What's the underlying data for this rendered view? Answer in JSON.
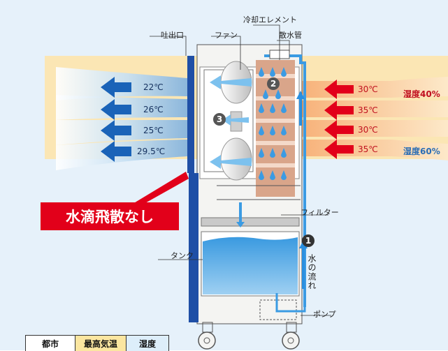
{
  "labels": {
    "cooling_element": "冷却エレメント",
    "outlet": "吐出口",
    "fan": "ファン",
    "sprinkler_pipe": "散水管",
    "filter": "フィルター",
    "tank": "タンク",
    "pump": "ポンプ",
    "water_flow": "水の流れ"
  },
  "outlet_temps": [
    "22℃",
    "26℃",
    "25℃",
    "29.5℃"
  ],
  "inlet_temps": [
    "30℃",
    "35℃",
    "30℃",
    "35℃"
  ],
  "humidity": [
    "湿度40%",
    "湿度60%"
  ],
  "badge": "水滴飛散なし",
  "markers": [
    "1",
    "2",
    "3"
  ],
  "table_headers": [
    "都市",
    "最高気温",
    "湿度"
  ],
  "colors": {
    "badge_red": "#e2001a",
    "inlet_arrow": "#e2001a",
    "outlet_arrow": "#1a63b8",
    "humidity_low": "#c0101e",
    "humidity_high": "#2a6db5"
  }
}
